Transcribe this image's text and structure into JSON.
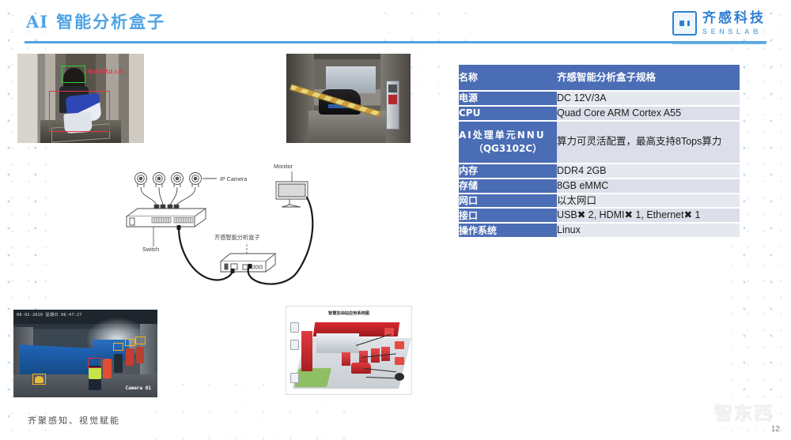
{
  "header": {
    "title_en": "AI",
    "title_cn": "智能分析盒子",
    "logo_cn": "齐感科技",
    "logo_en": "SENSLAB"
  },
  "spec_table": {
    "header": {
      "name": "名称",
      "value": "齐感智能分析盒子规格"
    },
    "rows": [
      {
        "name": "电源",
        "value": "DC 12V/3A"
      },
      {
        "name": "CPU",
        "value": "Quad Core ARM Cortex A55"
      },
      {
        "name": "AI处理单元NNU",
        "name_sub": "（QG3102C）",
        "value": "算力可灵活配置，最高支持8Tops算力"
      },
      {
        "name": "内存",
        "value": "DDR4 2GB"
      },
      {
        "name": "存储",
        "value": "8GB eMMC"
      },
      {
        "name": "网口",
        "value": "以太网口"
      },
      {
        "name": "接口",
        "value": "USB✖  2, HDMI✖  1, Ethernet✖  1"
      },
      {
        "name": "操作系统",
        "value": "Linux"
      }
    ]
  },
  "diagram": {
    "ip_camera": "IP Camera",
    "switch": "Switch",
    "monitor": "Monitor",
    "box": "齐感智能分析盒子"
  },
  "photos": {
    "elevator": {
      "warning": "⚠电动车禁止入内"
    },
    "site": {
      "timestamp": "08-02-2020 星期日 06:47:27",
      "camera": "Camera 01"
    },
    "station": {
      "title": "智慧加油站应用系统图"
    }
  },
  "footer": {
    "tagline": "齐聚感知、视觉赋能",
    "page": "12",
    "watermark_cn": "智东西",
    "watermark_en": "zhidx.com"
  },
  "colors": {
    "accent": "#4ea3e5",
    "table_key": "#4a6db5",
    "table_value_a": "#e6e8ef",
    "table_value_b": "#dcdfe9",
    "logo_blue": "#2f7fd0"
  }
}
